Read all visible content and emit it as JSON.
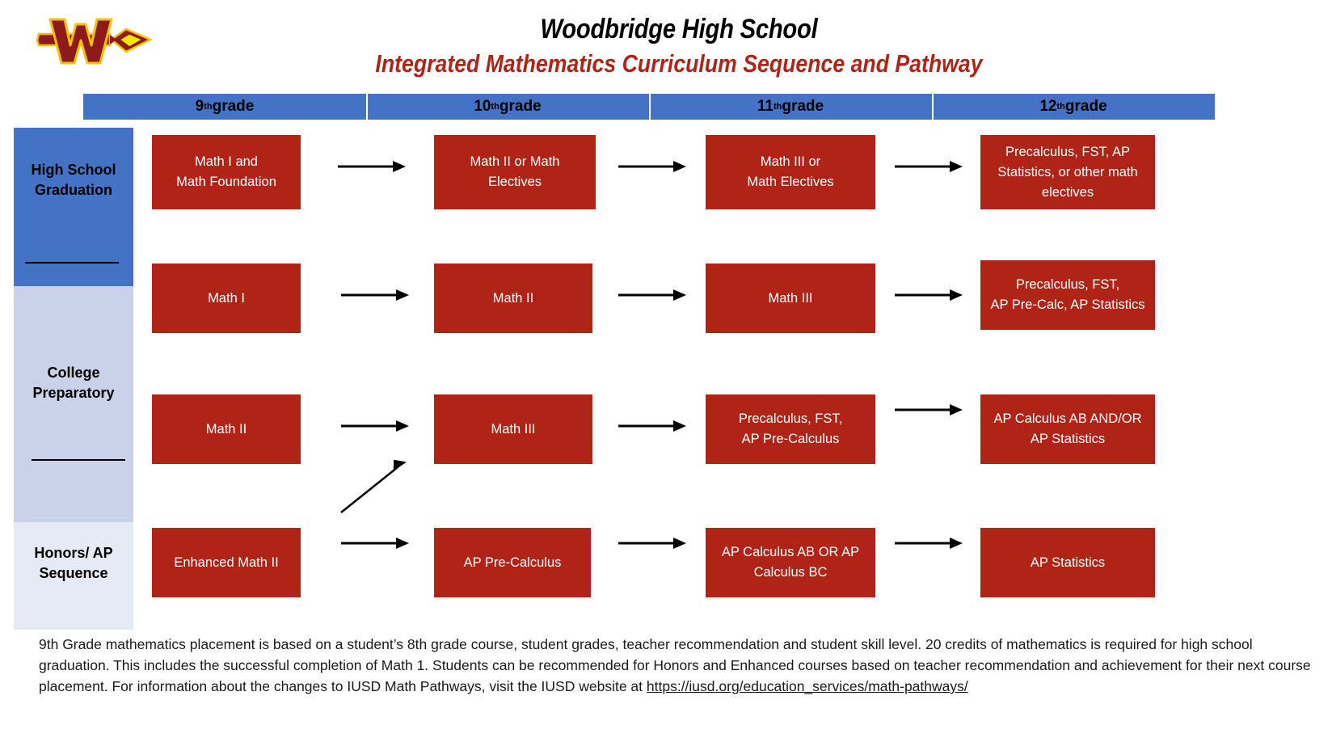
{
  "header": {
    "logo_name": "woodbridge-w-spear-logo",
    "title": "Woodbridge High School",
    "subtitle": "Integrated Mathematics Curriculum Sequence and Pathway"
  },
  "colors": {
    "grade_bar_blue": "#4472C4",
    "course_box_red": "#B02418",
    "band_dark_blue": "#4472C4",
    "band_mid_blue": "#C9D2E8",
    "band_light_blue": "#E6EAF4",
    "subtitle_red": "#B02418"
  },
  "grade_header": {
    "columns": [
      {
        "number": "9",
        "ordinal": "th",
        "suffix": " grade"
      },
      {
        "number": "10",
        "ordinal": "th",
        "suffix": " grade"
      },
      {
        "number": "11",
        "ordinal": "th",
        "suffix": " grade"
      },
      {
        "number": "12",
        "ordinal": "th",
        "suffix": " grade"
      }
    ]
  },
  "sidebar": {
    "bands": [
      {
        "label": "High School\nGraduation",
        "line1": "High School",
        "line2": "Graduation"
      },
      {
        "label": "College\nPreparatory",
        "line1": "College",
        "line2": "Preparatory"
      },
      {
        "label": "Honors/ AP\nSequence",
        "line1": "Honors/ AP",
        "line2": "Sequence"
      }
    ]
  },
  "pathways": {
    "rows": [
      {
        "track": "High School Graduation",
        "boxes": [
          "Math I and\nMath Foundation",
          "Math II or Math\nElectives",
          "Math III or\nMath Electives",
          "Precalculus, FST, AP\nStatistics, or  other math\nelectives"
        ]
      },
      {
        "track": "College Preparatory",
        "boxes": [
          "Math I",
          "Math II",
          "Math III",
          "Precalculus, FST,\nAP Pre-Calc, AP Statistics"
        ]
      },
      {
        "track": "College Preparatory",
        "boxes": [
          "Math II",
          "Math III",
          "Precalculus, FST,\nAP Pre-Calculus",
          "AP Calculus AB AND/OR\nAP Statistics"
        ]
      },
      {
        "track": "Honors/ AP Sequence",
        "boxes": [
          "Enhanced Math II",
          "AP  Pre-Calculus",
          "AP Calculus AB OR AP\nCalculus BC",
          "AP Statistics"
        ]
      }
    ],
    "box_text": {
      "r1c1_l1": "Math I and",
      "r1c1_l2": "Math Foundation",
      "r1c2_l1": "Math II or Math",
      "r1c2_l2": "Electives",
      "r1c3_l1": "Math III or",
      "r1c3_l2": "Math Electives",
      "r1c4_l1": "Precalculus, FST, AP",
      "r1c4_l2": "Statistics, or  other math",
      "r1c4_l3": "electives",
      "r2c1": "Math I",
      "r2c2": "Math II",
      "r2c3": "Math III",
      "r2c4_l1": "Precalculus, FST,",
      "r2c4_l2": "AP Pre-Calc, AP Statistics",
      "r3c1": "Math II",
      "r3c2": "Math III",
      "r3c3_l1": "Precalculus, FST,",
      "r3c3_l2": "AP Pre-Calculus",
      "r3c4_l1": "AP Calculus AB AND/OR",
      "r3c4_l2": "AP Statistics",
      "r4c1": "Enhanced Math II",
      "r4c2": "AP  Pre-Calculus",
      "r4c3_l1": "AP Calculus AB OR AP",
      "r4c3_l2": "Calculus BC",
      "r4c4": "AP Statistics"
    },
    "arrow_count_horizontal": 12,
    "arrow_count_diagonal": 1
  },
  "footnote": {
    "paragraph": "9th Grade mathematics placement is based on a student’s 8th grade course, student grades, teacher recommendation and student skill level. 20 credits of mathematics is required for high school graduation. This includes the successful completion of Math 1. Students can be recommended for Honors and Enhanced courses based on teacher recommendation and achievement for their next course placement. For information about the changes to IUSD Math Pathways, visit the IUSD website at ",
    "url": "https://iusd.org/education_services/math-pathways/"
  }
}
